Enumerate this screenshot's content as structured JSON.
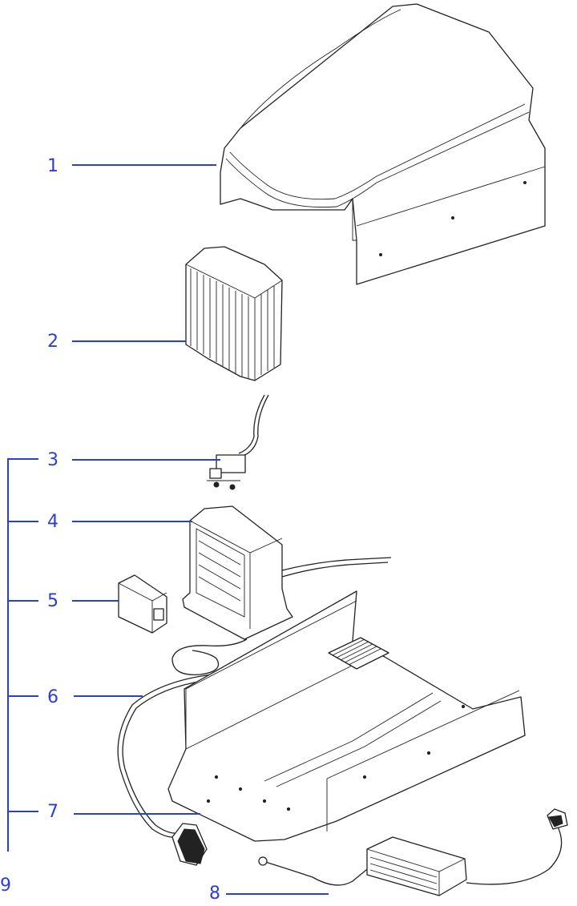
{
  "diagram": {
    "colors": {
      "callout": "#2a3fd6",
      "line_art": "#222222",
      "background": "#ffffff"
    },
    "callouts": [
      {
        "label": "1",
        "part": "cover"
      },
      {
        "label": "2",
        "part": "heat-sink-housing"
      },
      {
        "label": "3",
        "part": "switch-cable"
      },
      {
        "label": "4",
        "part": "electronics-box"
      },
      {
        "label": "5",
        "part": "control-module"
      },
      {
        "label": "6",
        "part": "foot-switch-cable"
      },
      {
        "label": "7",
        "part": "base-plate"
      },
      {
        "label": "8",
        "part": "power-supply"
      },
      {
        "label": "9",
        "part": "assembly-bracket"
      }
    ]
  }
}
